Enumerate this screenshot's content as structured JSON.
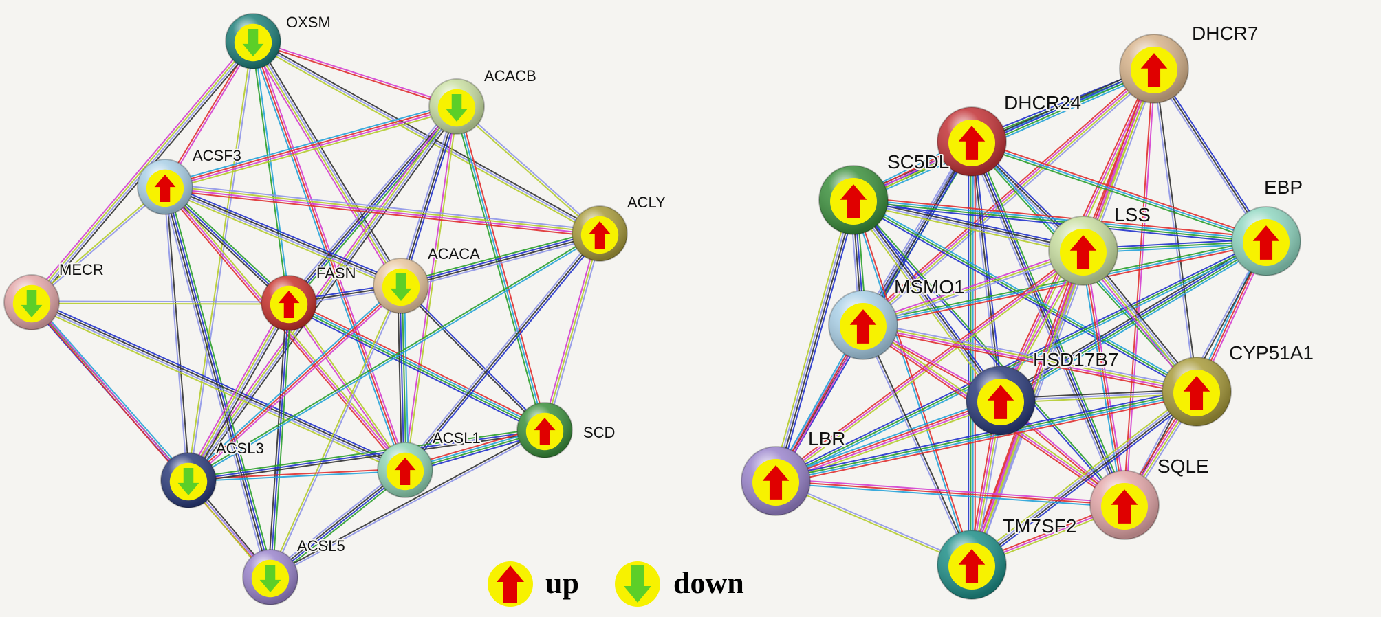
{
  "networks": [
    {
      "id": "fatty-acid-network",
      "nodes": [
        {
          "id": "OXSM",
          "label": "OXSM",
          "regulation": "down",
          "color": "#1f7f7a"
        },
        {
          "id": "ACACB",
          "label": "ACACB",
          "regulation": "down",
          "color": "#c8dea0"
        },
        {
          "id": "ACSF3",
          "label": "ACSF3",
          "regulation": "up",
          "color": "#a9cfe6"
        },
        {
          "id": "ACLY",
          "label": "ACLY",
          "regulation": "up",
          "color": "#a79a3a"
        },
        {
          "id": "MECR",
          "label": "MECR",
          "regulation": "down",
          "color": "#e3a6a8"
        },
        {
          "id": "FASN",
          "label": "FASN",
          "regulation": "up",
          "color": "#c8322c"
        },
        {
          "id": "ACACA",
          "label": "ACACA",
          "regulation": "down",
          "color": "#e8c69e"
        },
        {
          "id": "ACSL3",
          "label": "ACSL3",
          "regulation": "down",
          "color": "#2b3b7a"
        },
        {
          "id": "ACSL1",
          "label": "ACSL1",
          "regulation": "up",
          "color": "#8fd3b4"
        },
        {
          "id": "SCD",
          "label": "SCD",
          "regulation": "up",
          "color": "#3b8f3c"
        },
        {
          "id": "ACSL5",
          "label": "ACSL5",
          "regulation": "down",
          "color": "#9a84cc"
        }
      ],
      "edges": [
        [
          "OXSM",
          "ACACB"
        ],
        [
          "OXSM",
          "ACSF3"
        ],
        [
          "OXSM",
          "ACLY"
        ],
        [
          "OXSM",
          "MECR"
        ],
        [
          "OXSM",
          "FASN"
        ],
        [
          "OXSM",
          "ACACA"
        ],
        [
          "OXSM",
          "ACSL1"
        ],
        [
          "OXSM",
          "ACSL3"
        ],
        [
          "ACACB",
          "ACSF3"
        ],
        [
          "ACACB",
          "ACLY"
        ],
        [
          "ACACB",
          "FASN"
        ],
        [
          "ACACB",
          "ACACA"
        ],
        [
          "ACACB",
          "SCD"
        ],
        [
          "ACACB",
          "ACSL1"
        ],
        [
          "ACACB",
          "ACSL3"
        ],
        [
          "ACSF3",
          "MECR"
        ],
        [
          "ACSF3",
          "FASN"
        ],
        [
          "ACSF3",
          "ACACA"
        ],
        [
          "ACSF3",
          "ACSL3"
        ],
        [
          "ACSF3",
          "ACSL5"
        ],
        [
          "ACSF3",
          "ACSL1"
        ],
        [
          "ACSF3",
          "ACLY"
        ],
        [
          "MECR",
          "FASN"
        ],
        [
          "MECR",
          "ACSL3"
        ],
        [
          "MECR",
          "ACSL5"
        ],
        [
          "MECR",
          "ACSL1"
        ],
        [
          "FASN",
          "ACACA"
        ],
        [
          "FASN",
          "ACSL1"
        ],
        [
          "FASN",
          "ACSL3"
        ],
        [
          "FASN",
          "ACSL5"
        ],
        [
          "FASN",
          "SCD"
        ],
        [
          "ACACA",
          "ACLY"
        ],
        [
          "ACACA",
          "ACSL1"
        ],
        [
          "ACACA",
          "ACSL3"
        ],
        [
          "ACACA",
          "ACSL5"
        ],
        [
          "ACACA",
          "SCD"
        ],
        [
          "ACLY",
          "SCD"
        ],
        [
          "ACLY",
          "ACSL1"
        ],
        [
          "ACLY",
          "ACSL3"
        ],
        [
          "ACSL3",
          "ACSL1"
        ],
        [
          "ACSL3",
          "ACSL5"
        ],
        [
          "ACSL3",
          "SCD"
        ],
        [
          "ACSL1",
          "SCD"
        ],
        [
          "ACSL1",
          "ACSL5"
        ],
        [
          "ACSL5",
          "SCD"
        ]
      ]
    },
    {
      "id": "cholesterol-network",
      "nodes": [
        {
          "id": "DHCR7",
          "label": "DHCR7",
          "regulation": "up",
          "color": "#d6b28a"
        },
        {
          "id": "DHCR24",
          "label": "DHCR24",
          "regulation": "up",
          "color": "#c23236"
        },
        {
          "id": "SC5DL",
          "label": "SC5DL",
          "regulation": "up",
          "color": "#3b8f3c"
        },
        {
          "id": "EBP",
          "label": "EBP",
          "regulation": "up",
          "color": "#8fd6c0"
        },
        {
          "id": "LSS",
          "label": "LSS",
          "regulation": "up",
          "color": "#c8dea0"
        },
        {
          "id": "MSMO1",
          "label": "MSMO1",
          "regulation": "up",
          "color": "#a9cfe6"
        },
        {
          "id": "HSD17B7",
          "label": "HSD17B7",
          "regulation": "up",
          "color": "#2b3b7a"
        },
        {
          "id": "CYP51A1",
          "label": "CYP51A1",
          "regulation": "up",
          "color": "#a79a3a"
        },
        {
          "id": "LBR",
          "label": "LBR",
          "regulation": "up",
          "color": "#9a84cc"
        },
        {
          "id": "SQLE",
          "label": "SQLE",
          "regulation": "up",
          "color": "#e3a6a8"
        },
        {
          "id": "TM7SF2",
          "label": "TM7SF2",
          "regulation": "up",
          "color": "#1f8f88"
        }
      ],
      "edges": [
        [
          "DHCR7",
          "DHCR24"
        ],
        [
          "DHCR7",
          "SC5DL"
        ],
        [
          "DHCR7",
          "LSS"
        ],
        [
          "DHCR7",
          "EBP"
        ],
        [
          "DHCR7",
          "MSMO1"
        ],
        [
          "DHCR7",
          "HSD17B7"
        ],
        [
          "DHCR7",
          "CYP51A1"
        ],
        [
          "DHCR7",
          "SQLE"
        ],
        [
          "DHCR7",
          "TM7SF2"
        ],
        [
          "DHCR24",
          "SC5DL"
        ],
        [
          "DHCR24",
          "LSS"
        ],
        [
          "DHCR24",
          "EBP"
        ],
        [
          "DHCR24",
          "MSMO1"
        ],
        [
          "DHCR24",
          "HSD17B7"
        ],
        [
          "DHCR24",
          "CYP51A1"
        ],
        [
          "DHCR24",
          "SQLE"
        ],
        [
          "DHCR24",
          "TM7SF2"
        ],
        [
          "DHCR24",
          "LBR"
        ],
        [
          "SC5DL",
          "LSS"
        ],
        [
          "SC5DL",
          "EBP"
        ],
        [
          "SC5DL",
          "MSMO1"
        ],
        [
          "SC5DL",
          "HSD17B7"
        ],
        [
          "SC5DL",
          "CYP51A1"
        ],
        [
          "SC5DL",
          "LBR"
        ],
        [
          "SC5DL",
          "SQLE"
        ],
        [
          "SC5DL",
          "TM7SF2"
        ],
        [
          "EBP",
          "LSS"
        ],
        [
          "EBP",
          "MSMO1"
        ],
        [
          "EBP",
          "HSD17B7"
        ],
        [
          "EBP",
          "CYP51A1"
        ],
        [
          "EBP",
          "SQLE"
        ],
        [
          "EBP",
          "LBR"
        ],
        [
          "LSS",
          "MSMO1"
        ],
        [
          "LSS",
          "HSD17B7"
        ],
        [
          "LSS",
          "CYP51A1"
        ],
        [
          "LSS",
          "LBR"
        ],
        [
          "LSS",
          "SQLE"
        ],
        [
          "LSS",
          "TM7SF2"
        ],
        [
          "MSMO1",
          "HSD17B7"
        ],
        [
          "MSMO1",
          "CYP51A1"
        ],
        [
          "MSMO1",
          "LBR"
        ],
        [
          "MSMO1",
          "SQLE"
        ],
        [
          "MSMO1",
          "TM7SF2"
        ],
        [
          "HSD17B7",
          "CYP51A1"
        ],
        [
          "HSD17B7",
          "LBR"
        ],
        [
          "HSD17B7",
          "SQLE"
        ],
        [
          "HSD17B7",
          "TM7SF2"
        ],
        [
          "CYP51A1",
          "LBR"
        ],
        [
          "CYP51A1",
          "SQLE"
        ],
        [
          "CYP51A1",
          "TM7SF2"
        ],
        [
          "LBR",
          "SQLE"
        ],
        [
          "LBR",
          "TM7SF2"
        ],
        [
          "SQLE",
          "TM7SF2"
        ]
      ]
    }
  ],
  "edge_colors": [
    "#b5cc2e",
    "#26a3d9",
    "#333333",
    "#d43fd0",
    "#2ca02c",
    "#8f96e8",
    "#e03030",
    "#2233cc"
  ],
  "legend": {
    "up_label": "up",
    "down_label": "down",
    "up_color": "#e00000",
    "down_color": "#5ccf28",
    "marker_fill": "#f7f200"
  }
}
